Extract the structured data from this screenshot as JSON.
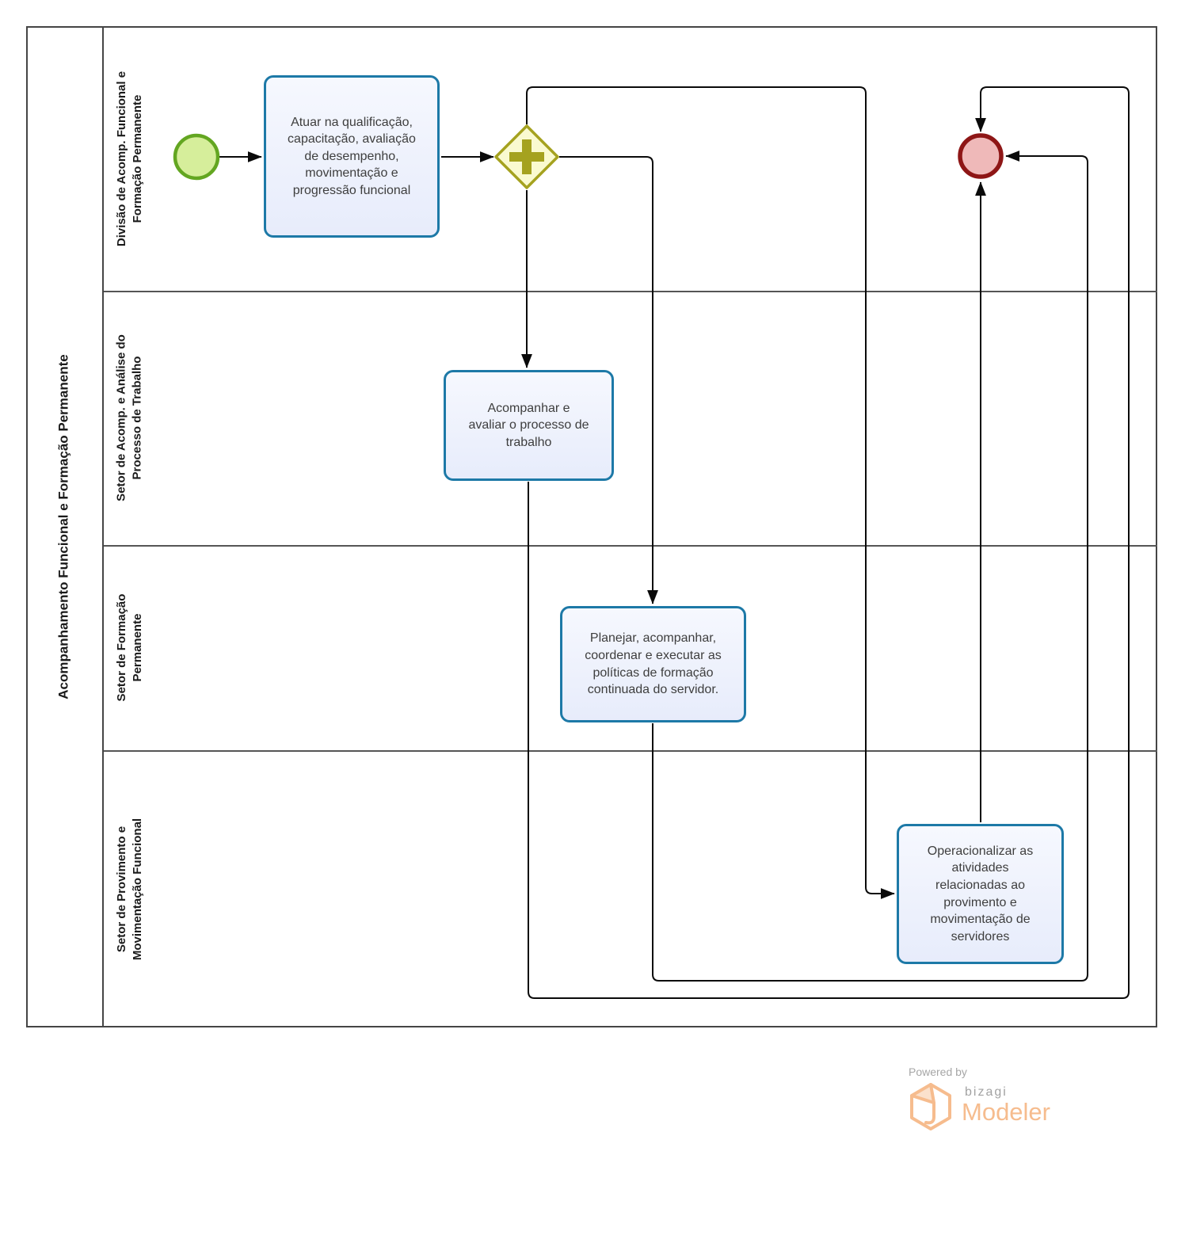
{
  "diagram": {
    "pool": {
      "title": "Acompanhamento Funcional e Formação Permanente",
      "lanes": [
        {
          "label": "Divisão de Acomp. Funcional e Formação Permanente"
        },
        {
          "label": "Setor de Acomp. e Análise do Processo de Trabalho"
        },
        {
          "label": "Setor de Formação Permanente"
        },
        {
          "label": "Setor de Provimento e Movimentação Funcional"
        }
      ]
    },
    "nodes": {
      "start_event": {
        "type": "start-event"
      },
      "parallel_gateway": {
        "type": "parallel-gateway",
        "symbol": "+"
      },
      "end_event": {
        "type": "end-event"
      },
      "tasks": [
        {
          "label": "Atuar na qualificação, capacitação, avaliação de desempenho, movimentação e progressão funcional"
        },
        {
          "label": "Acompanhar e avaliar o processo de trabalho"
        },
        {
          "label": "Planejar, acompanhar, coordenar e executar as políticas de formação continuada do servidor."
        },
        {
          "label": "Operacionalizar as atividades relacionadas ao provimento e movimentação de servidores"
        }
      ]
    },
    "colors": {
      "start_fill": "#d6ee9b",
      "start_border": "#63a621",
      "end_fill": "#efb9b9",
      "end_border": "#8e1616",
      "gateway_fill": "#fafad0",
      "gateway_border": "#a5a21f",
      "task_fill": "#e7ecfb",
      "task_border": "#1d79a7",
      "flow_line": "#0a0a0a",
      "lane_border": "#555555",
      "pool_border": "#454545",
      "brand_orange": "#f6bc8e",
      "brand_gray": "#a6a6a6"
    }
  },
  "footer": {
    "powered_by": "Powered by",
    "brand": "bizagi",
    "product": "Modeler"
  }
}
